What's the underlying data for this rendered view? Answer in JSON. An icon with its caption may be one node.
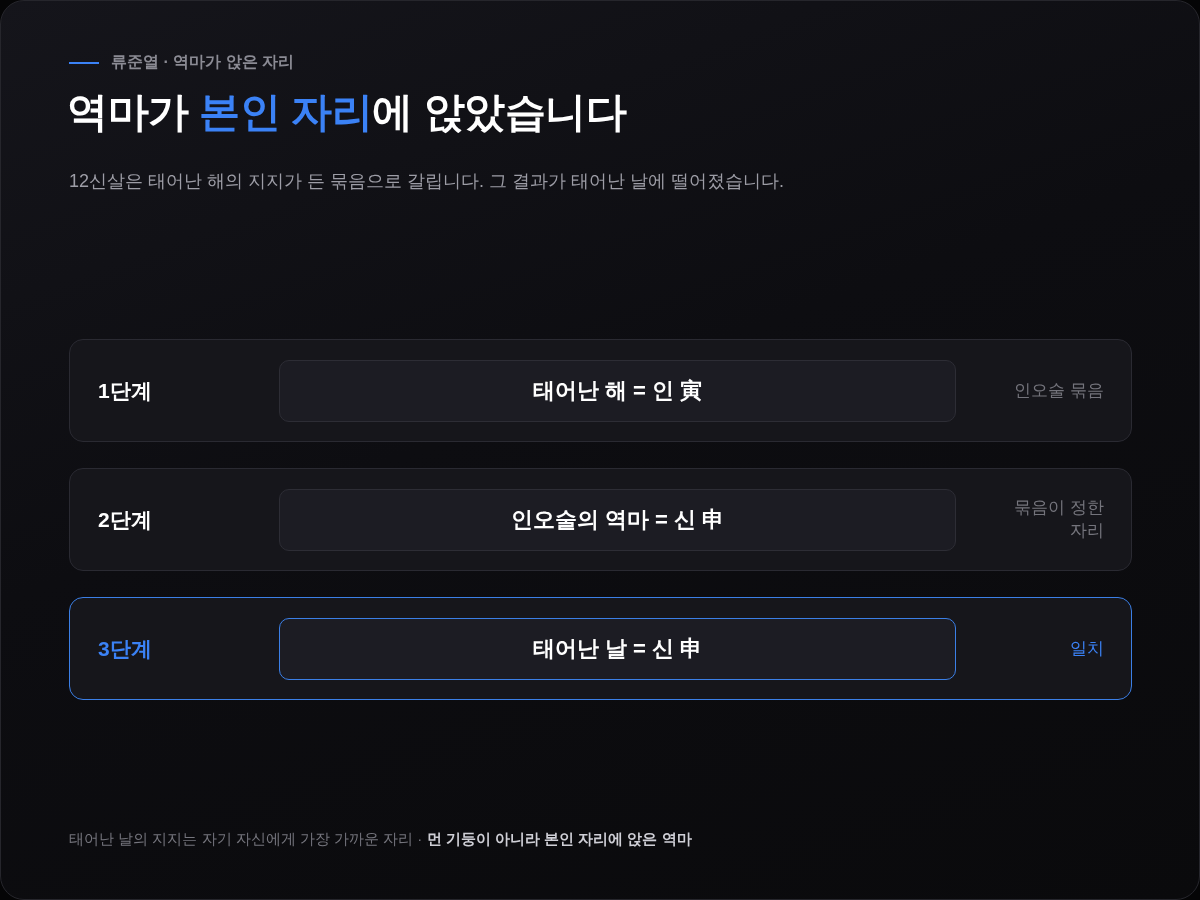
{
  "diagram": {
    "title": "역마가 **본인 자리**에 앉았습니다",
    "caption": "태어난 날의 지지는 자기 자신에게 가장 가까운 자리 · **먼 기둥이 아니라 본인 자리에 앉은 역마**",
    "labels": [
      "류준열 · 역마가 앉은 자리",
      "12신살은 태어난 해의 지지가 든 묶음으로 갈립니다. 그 결과가 태어난 날에 떨어졌습니다."
    ],
    "nodes": [
      {
        "text": [
          "1단계",
          "인오술 묶음"
        ]
      },
      {
        "text": [
          "태어난 해 = 인 寅"
        ],
        "in": 0
      },
      {
        "text": [
          "2단계",
          "묶음이 정한 자리"
        ]
      },
      {
        "text": [
          "인오술의 역마 = 신 申"
        ],
        "in": 2
      },
      {
        "text": [
          "3단계",
          "일치"
        ]
      },
      {
        "text": [
          "태어난 날 = 신 申"
        ],
        "in": 4
      }
    ]
  }
}
